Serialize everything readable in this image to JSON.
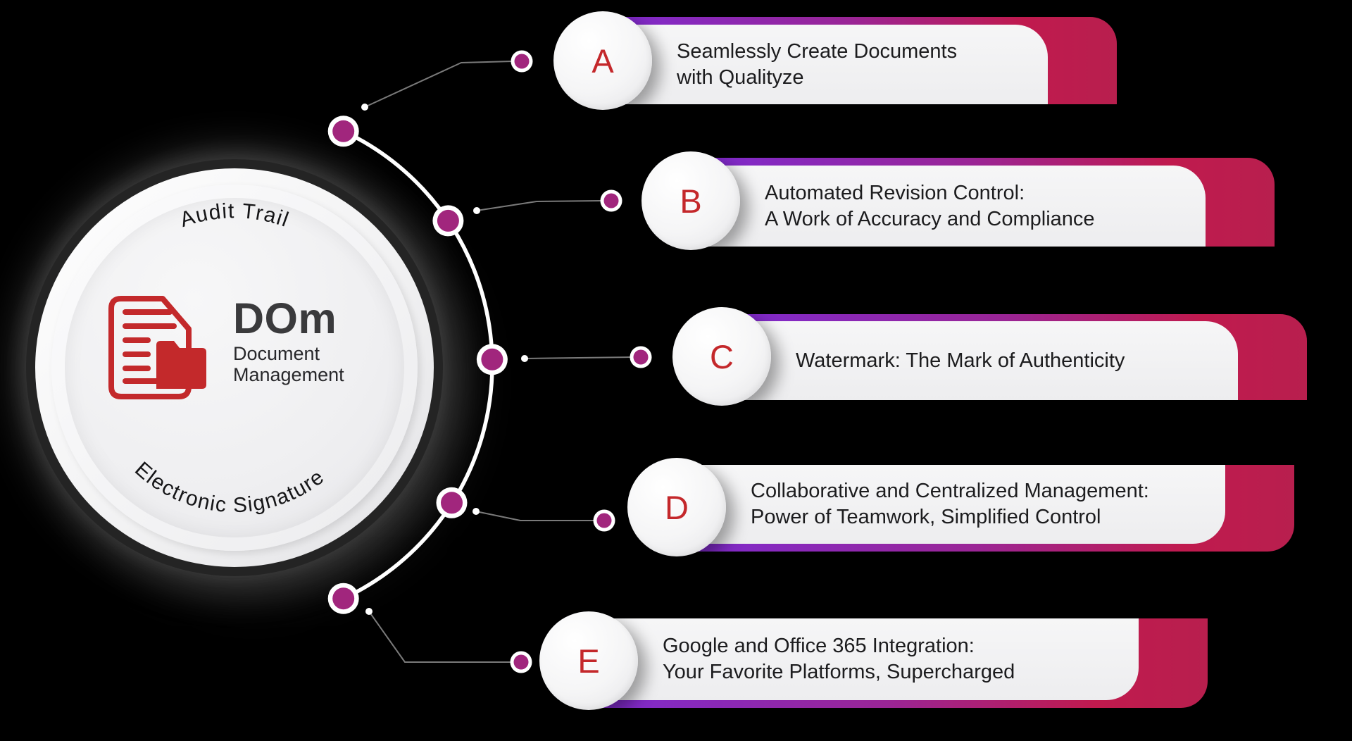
{
  "diagram": {
    "hub": {
      "top_label": "Audit Trail",
      "bottom_label": "Electronic Signature",
      "acronym": "DOm",
      "title_line1": "Document",
      "title_line2": "Management",
      "icon": "document-folder-icon"
    },
    "items": [
      {
        "letter": "A",
        "lines": [
          "Seamlessly Create Documents",
          "with Qualityze"
        ]
      },
      {
        "letter": "B",
        "lines": [
          "Automated Revision Control:",
          "A Work of Accuracy and Compliance"
        ]
      },
      {
        "letter": "C",
        "lines": [
          "Watermark: The Mark of Authenticity"
        ]
      },
      {
        "letter": "D",
        "lines": [
          "Collaborative and Centralized Management:",
          "Power of Teamwork, Simplified Control"
        ]
      },
      {
        "letter": "E",
        "lines": [
          "Google and Office 365 Integration:",
          "Your Favorite Platforms, Supercharged"
        ]
      }
    ],
    "colors": {
      "background": "#000000",
      "accent_purple": "#7e2bd0",
      "accent_crimson": "#c01a4e",
      "dot_magenta": "#a1267d",
      "letter_red": "#c4282b",
      "icon_red": "#c3292b",
      "banner_body": "#f2f2f3",
      "text_dark": "#1c1c1e"
    }
  }
}
